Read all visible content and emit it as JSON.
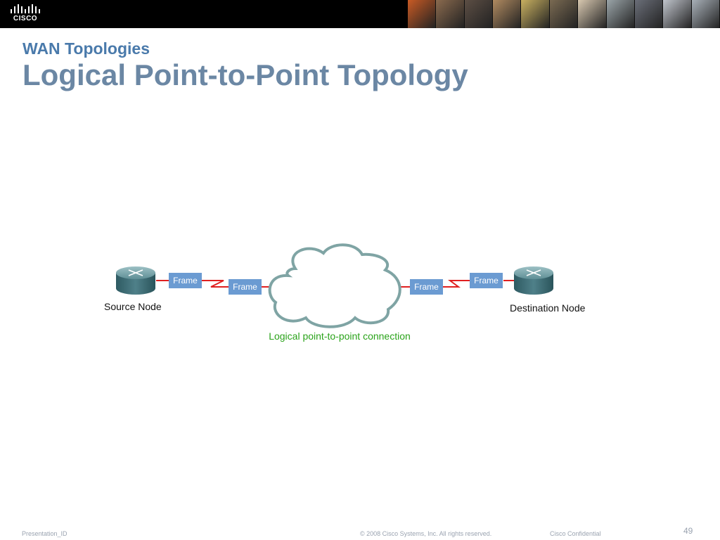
{
  "header": {
    "logo_text": "CISCO",
    "photo_colors": [
      "#c85a24",
      "#8a6a4e",
      "#5c4e44",
      "#b08a60",
      "#c8b060",
      "#7a6a52",
      "#d8c8b0",
      "#9aa4a8",
      "#6a6e78",
      "#c0c4cc",
      "#a8b0b8"
    ]
  },
  "slide": {
    "subtitle": "WAN Topologies",
    "title": "Logical Point-to-Point Topology"
  },
  "diagram": {
    "source_label": "Source Node",
    "destination_label": "Destination Node",
    "frame_label": "Frame",
    "connection_label": "Logical point-to-point connection",
    "colors": {
      "frame_fill": "#6b9bd2",
      "link_red": "#e02020",
      "connection_green": "#2aa31a",
      "router_body": "#3f6f77",
      "cloud_stroke": "#7fa4a4"
    }
  },
  "footer": {
    "presentation_id": "Presentation_ID",
    "copyright": "© 2008 Cisco Systems, Inc. All rights reserved.",
    "confidential": "Cisco Confidential",
    "page_number": "49"
  }
}
